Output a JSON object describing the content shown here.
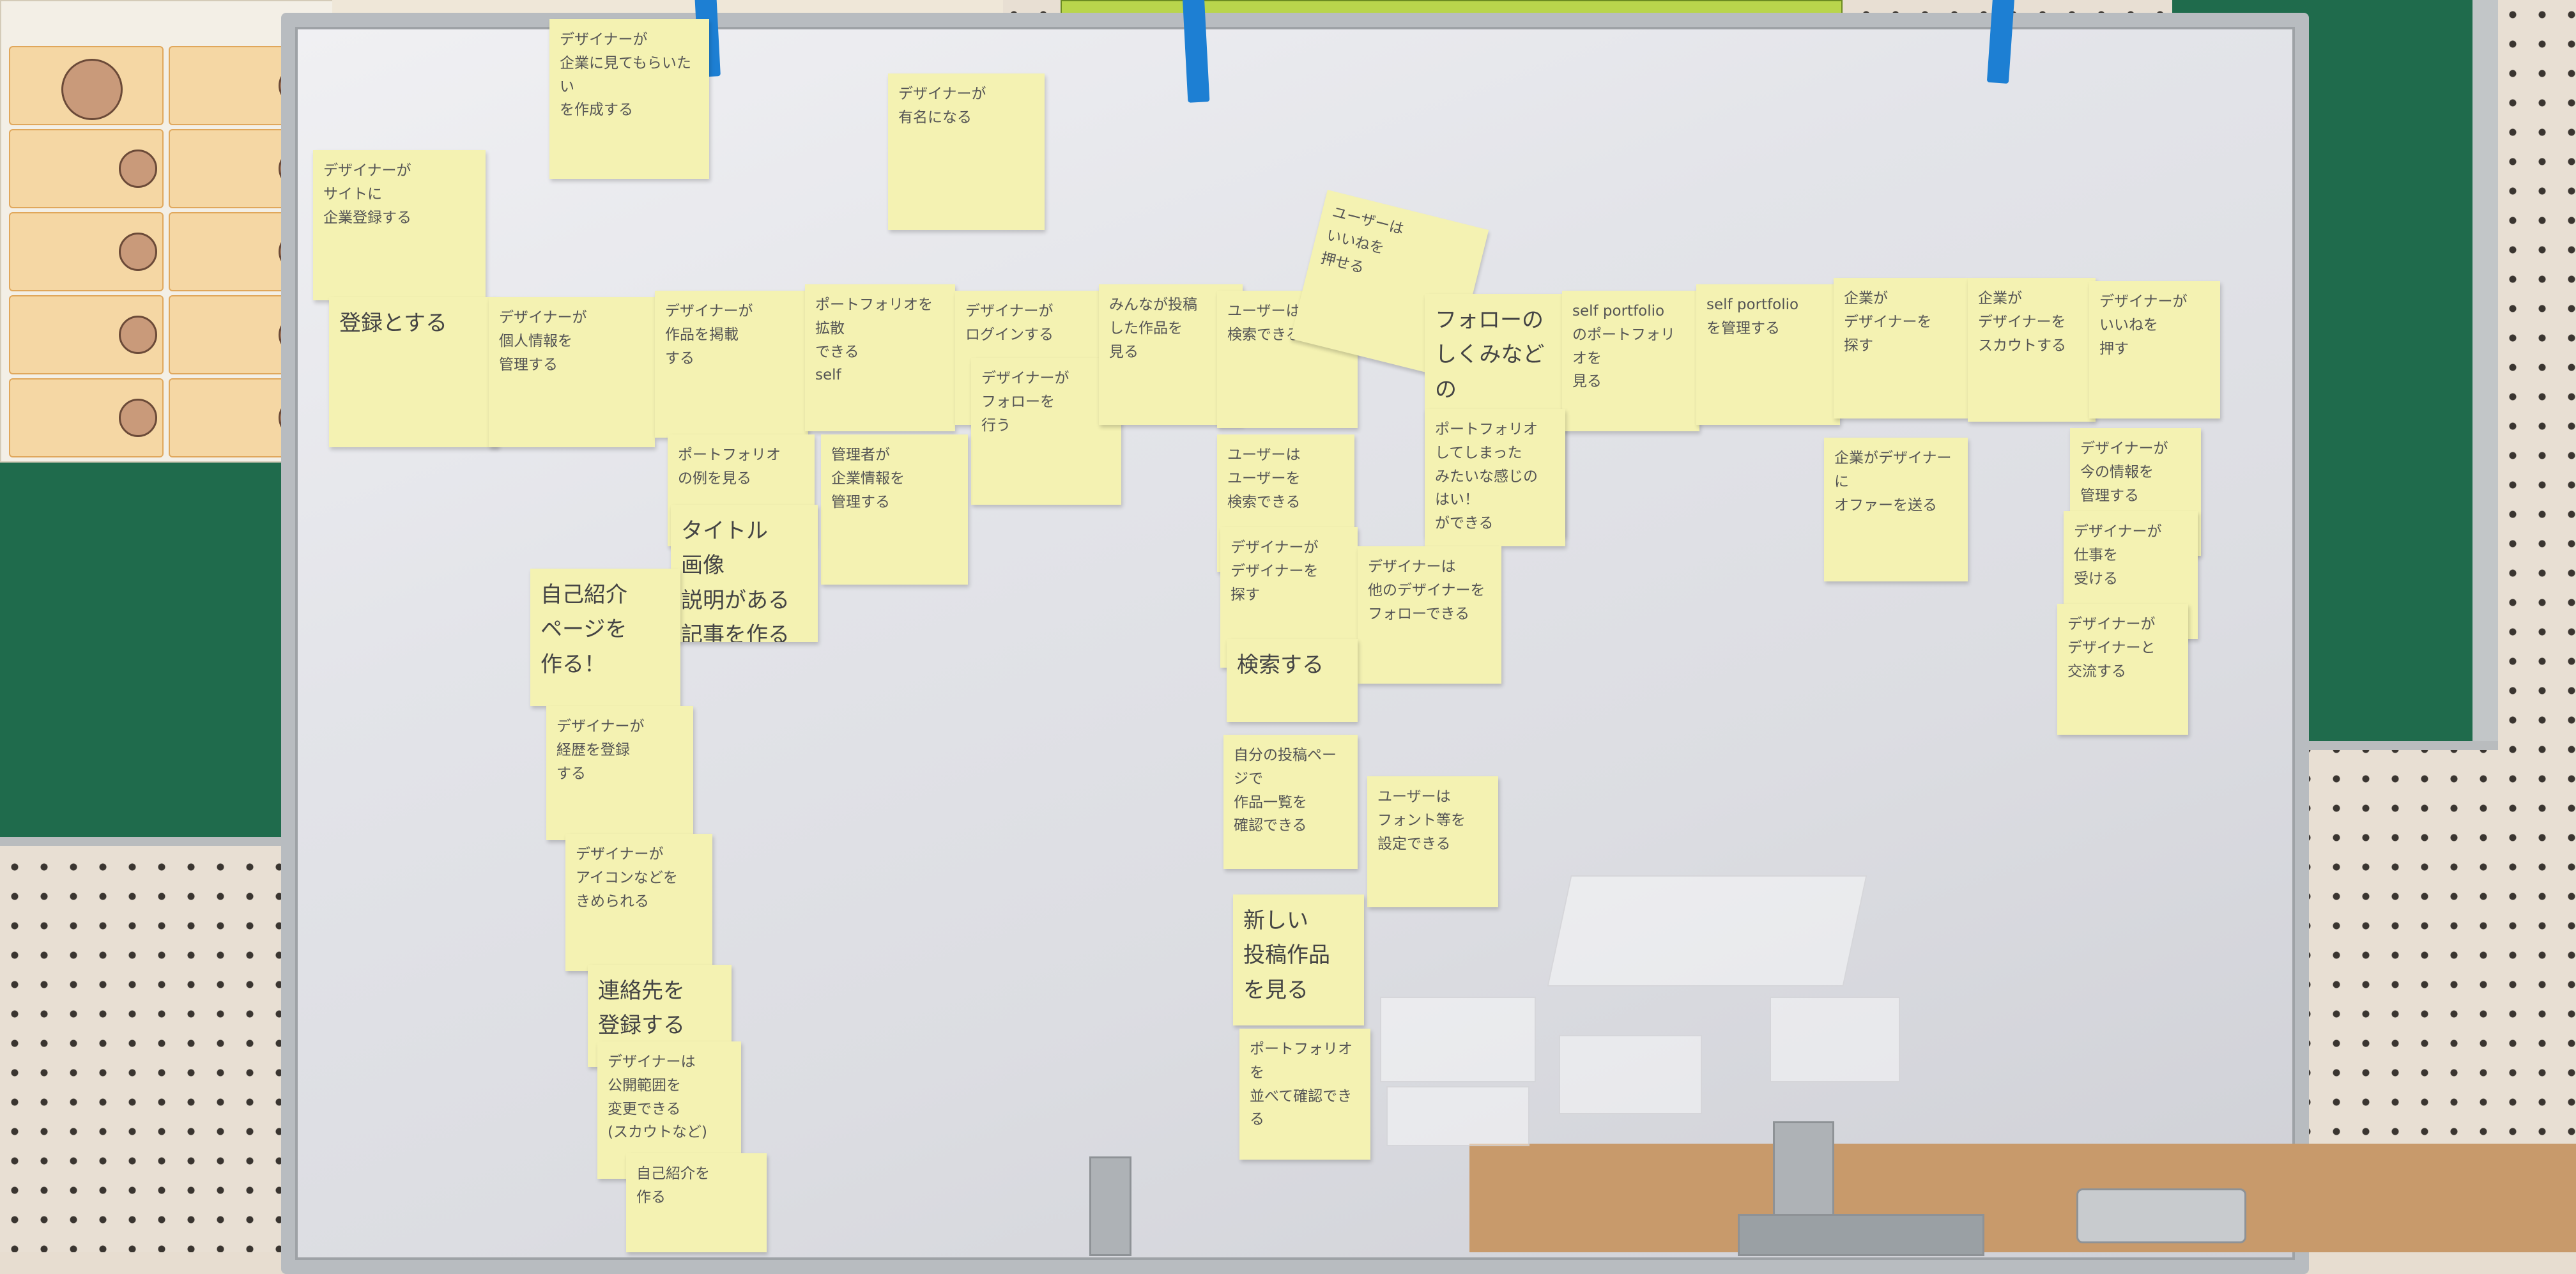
{
  "notes": {
    "n01": "デザイナーが\n企業に見てもらいたい\nを作成する",
    "n02": "デザイナーが\n有名になる",
    "n03": "デザイナーが\nサイトに\n企業登録する",
    "n04": "登録とする",
    "n05": "デザイナーが\n個人情報を\n管理する",
    "n06": "デザイナーが\n作品を掲載\nする",
    "n07": "ポートフォリオを\n拡散\nできる\nself",
    "n08": "デザイナーが\nログインする",
    "n09": "デザイナーが\nフォローを\n行う",
    "n10": "みんなが投稿\nした作品を\n見る",
    "n11": "ユーザーは\n検索できる",
    "n12": "ユーザーは\nいいねを\n押せる",
    "n13": "フォローのしくみなどの\n改革！",
    "n14": "self portfolio\nのポートフォリオを\n見る",
    "n15": "self portfolio\nを管理する",
    "n16": "企業が\nデザイナーを\n探す",
    "n17": "企業が\nデザイナーを\nスカウトする",
    "n18": "デザイナーが\nいいねを\n押す",
    "n19": "ポートフォリオ\nの例を見る",
    "n20": "管理者が\n企業情報を\n管理する",
    "n21": "タイトル\n画像\n説明がある\n記事を作る",
    "n22": "ユーザーは\nユーザーを\n検索できる",
    "n23": "デザイナーが\nデザイナーを\n探す",
    "n24": "ポートフォリオ\nしてしまった\nみたいな感じの\nはい！\nができる",
    "n25": "企業がデザイナーに\nオファーを送る",
    "n26": "デザイナーが\n今の情報を\n管理する",
    "n27": "デザイナーが\n仕事を\n受ける",
    "n28": "デザイナーが\nデザイナーと\n交流する",
    "n29": "自己紹介\nページを\n作る！",
    "n30": "デザイナーは\n他のデザイナーを\nフォローできる",
    "n31": "検索する",
    "n32": "デザイナーが\n経歴を登録\nする",
    "n33": "自分の投稿ページで\n作品一覧を\n確認できる",
    "n34": "ユーザーは\nフォント等を\n設定できる",
    "n35": "デザイナーが\nアイコンなどを\nきめられる",
    "n36": "新しい\n投稿作品\nを見る",
    "n37": "連絡先を\n登録する",
    "n38": "ポートフォリオを\n並べて確認できる",
    "n39": "デザイナーは\n公開範囲を\n変更できる\n(スカウトなど)",
    "n40": "自己紹介を\n作る"
  }
}
